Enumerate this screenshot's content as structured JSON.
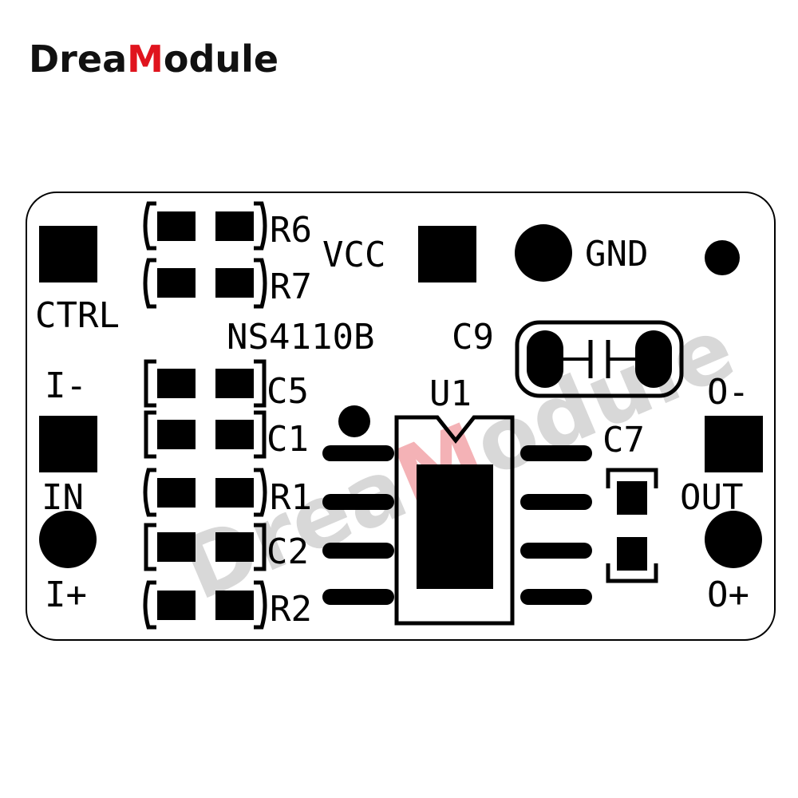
{
  "brand": {
    "prefix": "Drea",
    "accent_letter": "M",
    "suffix": "odule",
    "watermark": "DreaModule",
    "accent_color": "#e0141e",
    "text_color": "#111111"
  },
  "board": {
    "outline_color": "#000000",
    "pad_color": "#000000",
    "labels": {
      "ctrl": "CTRL",
      "vcc": "VCC",
      "gnd": "GND",
      "r6": "R6",
      "r7": "R7",
      "r1": "R1",
      "r2": "R2",
      "c1": "C1",
      "c2": "C2",
      "c5": "C5",
      "c7": "C7",
      "c9": "C9",
      "chip_name": "NS4110B",
      "u1": "U1",
      "i_minus": "I-",
      "i_plus": "I+",
      "in": "IN",
      "o_minus": "O-",
      "o_plus": "O+",
      "out": "OUT"
    }
  }
}
